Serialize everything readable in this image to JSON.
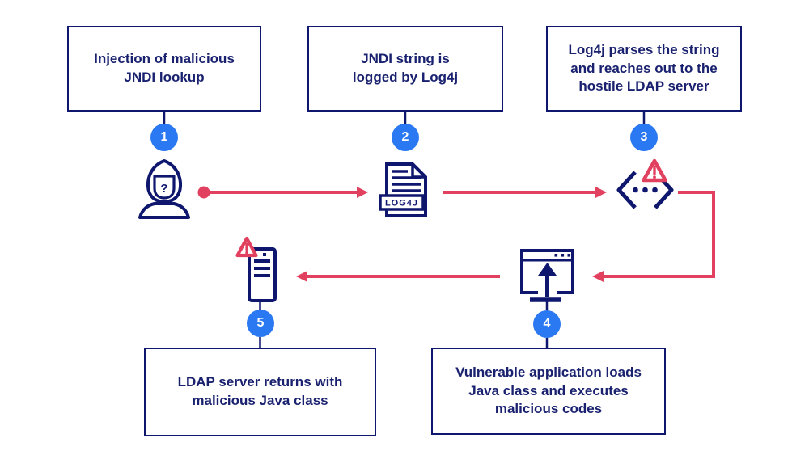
{
  "colors": {
    "navy": "#0e166e",
    "text": "#1a2270",
    "blue": "#2b79f2",
    "red": "#e1415f",
    "white": "#ffffff",
    "background": "#ffffff"
  },
  "steps": [
    {
      "num": "1",
      "label": "Injection of malicious\nJNDI lookup"
    },
    {
      "num": "2",
      "label": "JNDI string is\nlogged by Log4j"
    },
    {
      "num": "3",
      "label": "Log4j parses the string\nand reaches out to the\nhostile LDAP server"
    },
    {
      "num": "4",
      "label": "Vulnerable application loads\nJava class and executes\nmalicious codes"
    },
    {
      "num": "5",
      "label": "LDAP server returns with\nmalicious Java class"
    }
  ],
  "icons": {
    "attacker": "hooded-attacker-icon",
    "question_mark": "?",
    "document": "log4j-document-icon",
    "document_label": "LOG4J",
    "code": "code-brackets-warning-icon",
    "application": "application-upload-icon",
    "server": "ldap-server-warning-icon",
    "warning": "warning-triangle-icon"
  }
}
